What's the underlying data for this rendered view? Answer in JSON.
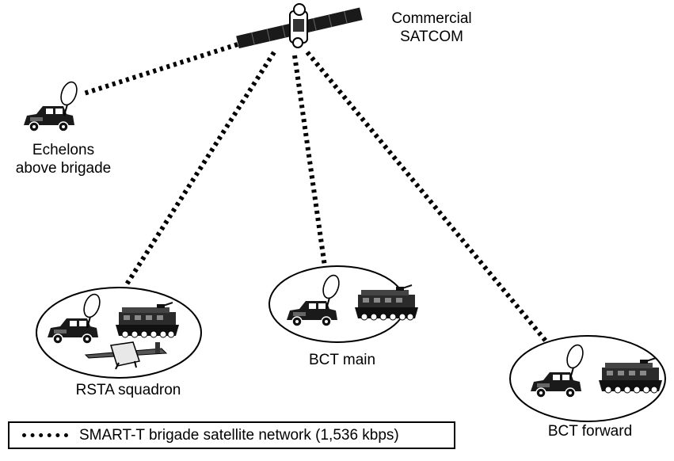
{
  "satellite": {
    "label_line1": "Commercial",
    "label_line2": "SATCOM",
    "icon": "satellite-icon"
  },
  "nodes": {
    "eab": {
      "label_line1": "Echelons",
      "label_line2": "above brigade",
      "icons": [
        "humvee-icon",
        "satellite-dish-icon"
      ]
    },
    "rsta": {
      "label": "RSTA squadron",
      "icons": [
        "humvee-icon",
        "satellite-dish-icon",
        "armored-vehicle-icon",
        "uav-aircraft-icon"
      ]
    },
    "main": {
      "label": "BCT main",
      "icons": [
        "humvee-icon",
        "satellite-dish-icon",
        "armored-vehicle-icon"
      ]
    },
    "fwd": {
      "label": "BCT forward",
      "icons": [
        "humvee-icon",
        "satellite-dish-icon",
        "armored-vehicle-icon"
      ]
    }
  },
  "legend": {
    "text": "SMART-T brigade satellite network (1,536 kbps)",
    "line_style": "dotted"
  },
  "colors": {
    "ink": "#000000",
    "background": "#ffffff",
    "vehicle_fill": "#1a1a1a",
    "panel_fill": "#2b2b2b"
  }
}
